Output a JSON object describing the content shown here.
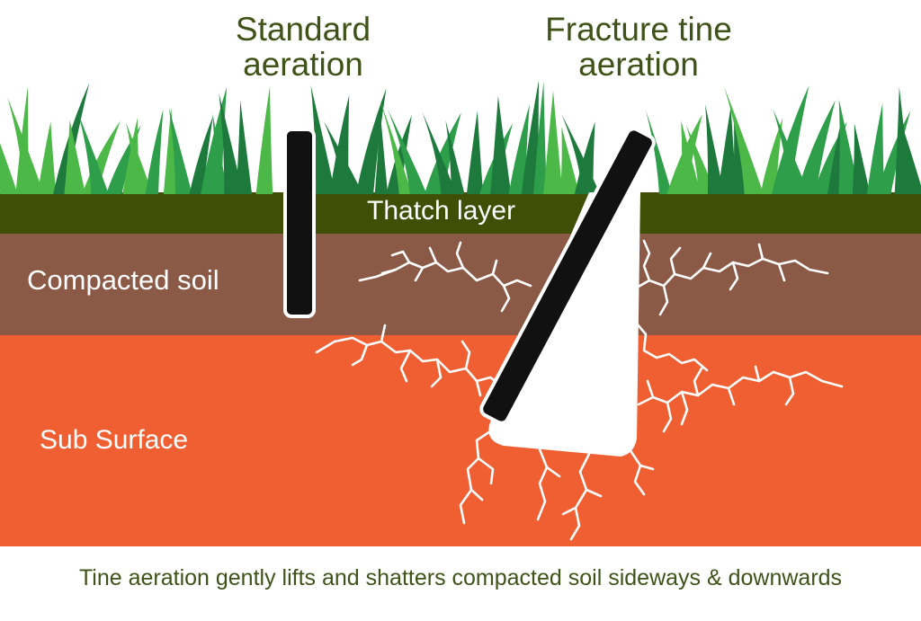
{
  "labels": {
    "standard_line1": "Standard",
    "standard_line2": "aeration",
    "fracture_line1": "Fracture tine",
    "fracture_line2": "aeration",
    "thatch": "Thatch layer",
    "compacted": "Compacted soil",
    "subsurface": "Sub Surface",
    "caption": "Tine aeration gently lifts and shatters compacted soil sideways & downwards"
  },
  "colors": {
    "grass_dark": "#1e7a3c",
    "grass_mid": "#2e9e4a",
    "grass_light": "#4cb848",
    "thatch": "#3f5006",
    "compacted_soil": "#8b5a47",
    "sub_surface": "#f05f32",
    "tine": "#111111",
    "crack": "#ffffff",
    "heading_text": "#3f5217"
  },
  "icons": {
    "standard_tine": "vertical-tine-icon",
    "fracture_tine": "angled-tine-icon",
    "grass": "grass-tuft-icon",
    "cracks": "soil-crack-icon"
  }
}
